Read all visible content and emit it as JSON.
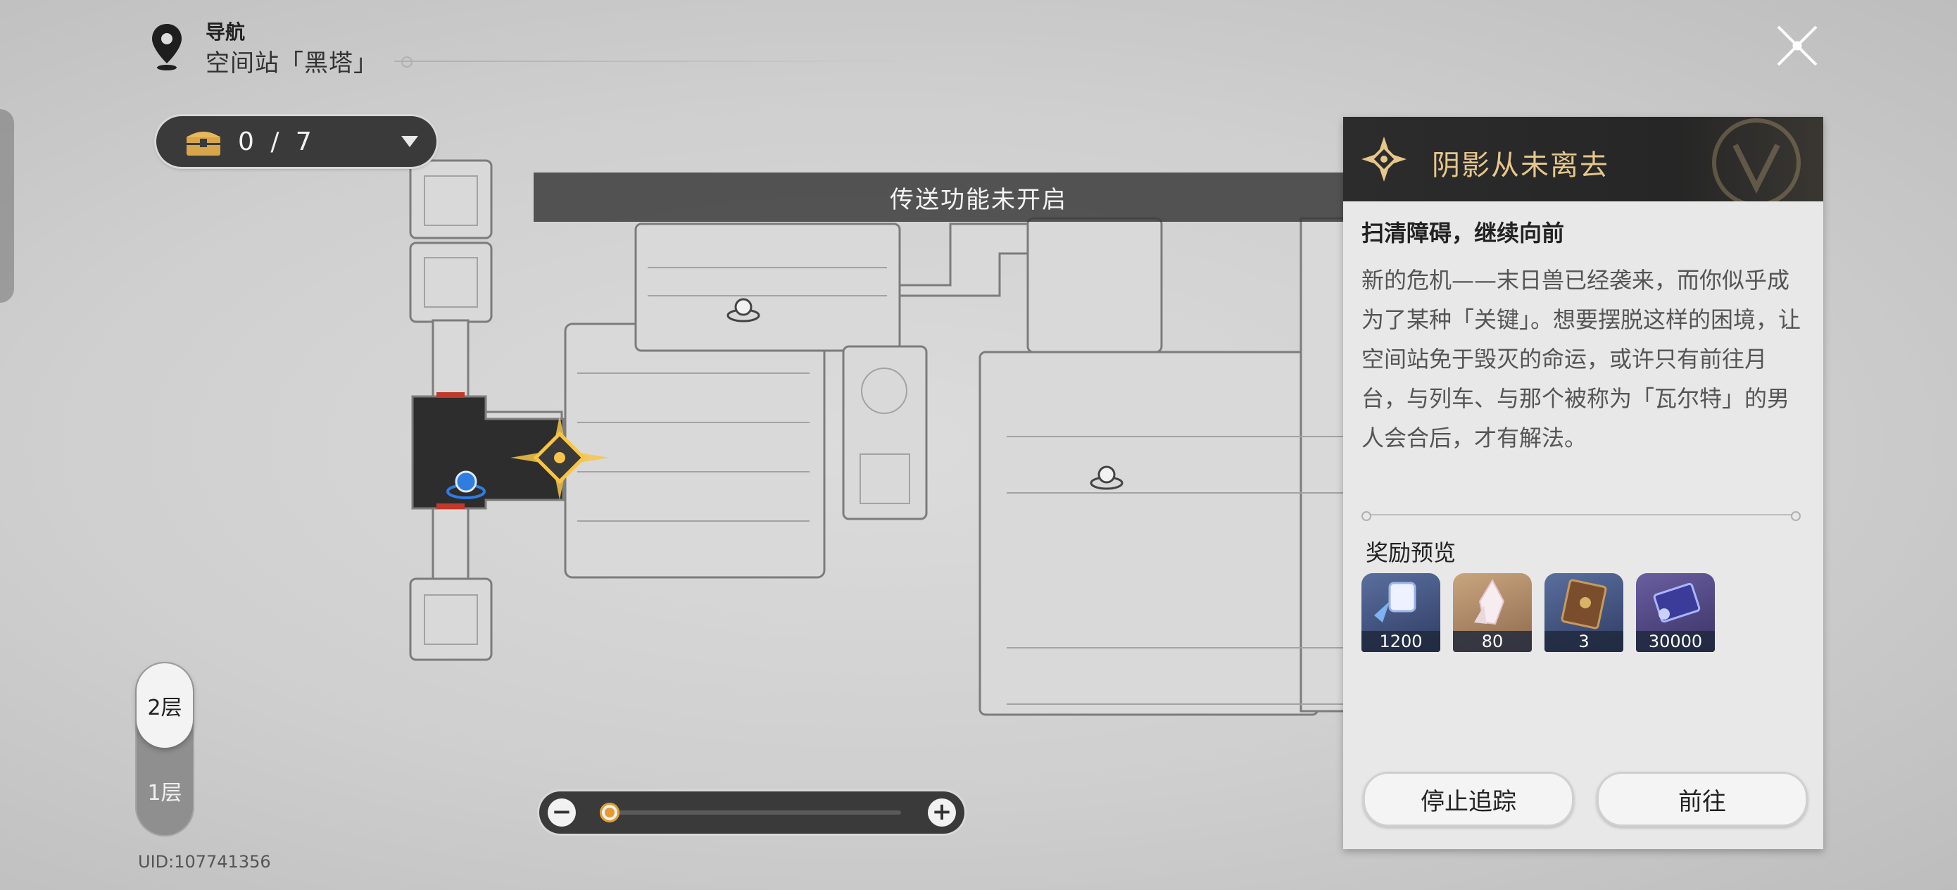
{
  "navigation": {
    "label": "导航",
    "location": "空间站「黑塔」"
  },
  "chest_counter": {
    "text": "0 / 7",
    "icon": "treasure-chest-icon"
  },
  "teleport_banner": "传送功能未开启",
  "floors": {
    "options": [
      "2层",
      "1层"
    ],
    "selected": "2层"
  },
  "uid": "UID:107741356",
  "zoom": {
    "minus_label": "−",
    "plus_label": "+",
    "level_fraction": 0
  },
  "quest": {
    "title": "阴影从未离去",
    "objective": "扫清障碍，继续向前",
    "description": "新的危机——末日兽已经袭来，而你似乎成为了某种「关键」。想要摆脱这样的困境，让空间站免于毁灭的命运，或许只有前往月台，与列车、与那个被称为「瓦尔特」的男人会合后，才有解法。",
    "rewards_title": "奖励预览",
    "rewards": [
      {
        "icon": "stellar-jade-icon",
        "quantity": "1200"
      },
      {
        "icon": "crystal-icon",
        "quantity": "80"
      },
      {
        "icon": "book-icon",
        "quantity": "3"
      },
      {
        "icon": "credit-icon",
        "quantity": "30000"
      }
    ],
    "stop_tracking_label": "停止追踪",
    "go_label": "前往"
  },
  "colors": {
    "accent_gold": "#e6c68a",
    "zoom_knob": "#e69a2e",
    "player_marker": "#2f7de0"
  }
}
